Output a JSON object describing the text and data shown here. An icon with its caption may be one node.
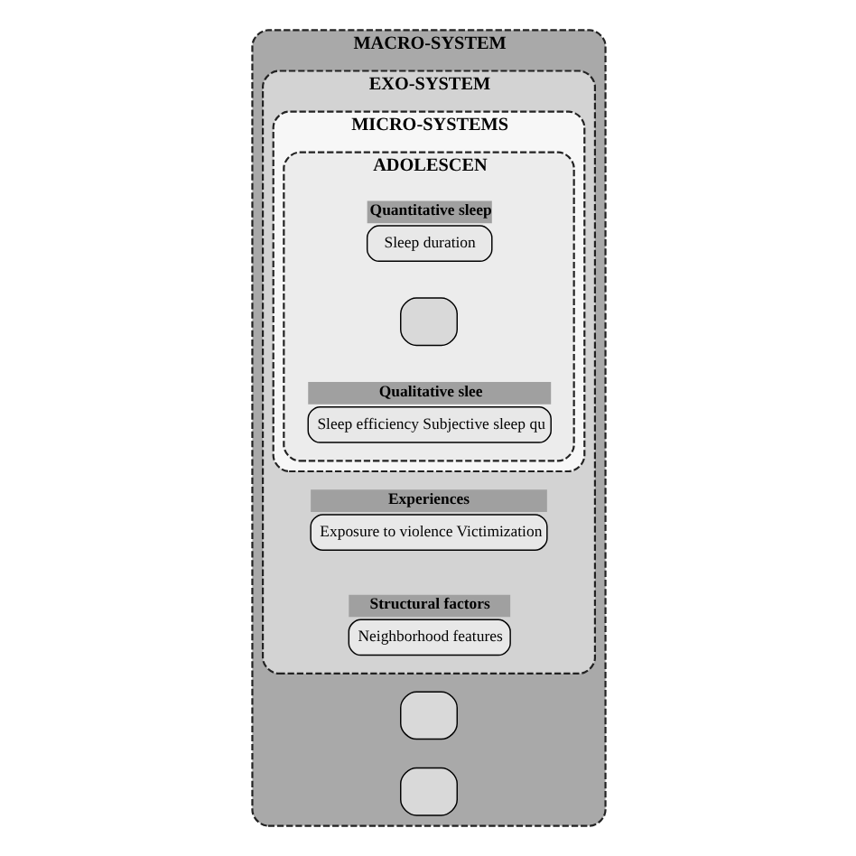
{
  "diagram": {
    "nodes": [
      {
        "text": [
          "MACRO-SYSTEM"
        ]
      },
      {
        "text": [
          "EXO-SYSTEM"
        ],
        "in": 0
      },
      {
        "text": [],
        "shape": "box",
        "in": 0
      },
      {
        "text": [],
        "shape": "box",
        "in": 0
      },
      {
        "text": [
          "Experiences",
          "Exposure to violence Victimization"
        ],
        "in": 1
      },
      {
        "text": [
          "Structural factors",
          "Neighborhood features"
        ],
        "in": 1
      },
      {
        "text": [
          "MICRO-SYSTEMS"
        ],
        "in": 1
      },
      {
        "text": [
          "ADOLESCEN"
        ],
        "in": 6
      },
      {
        "text": [
          "Quantitative sleep",
          "Sleep duration"
        ],
        "in": 7
      },
      {
        "text": [],
        "shape": "box",
        "in": 7
      },
      {
        "text": [
          "Qualitative slee",
          "Sleep efficiency Subjective sleep qu"
        ],
        "in": 7
      }
    ],
    "edges": []
  }
}
